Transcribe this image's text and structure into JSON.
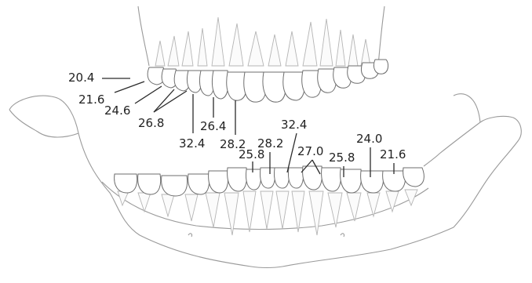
{
  "upper_arch_labels": [
    "20.4",
    "21.6",
    "24.6",
    "26.8",
    "32.4",
    "26.4",
    "28.2"
  ],
  "lower_arch_labels": [
    "25.8",
    "28.2",
    "32.4",
    "27.0",
    "25.8",
    "24.0",
    "21.6"
  ]
}
